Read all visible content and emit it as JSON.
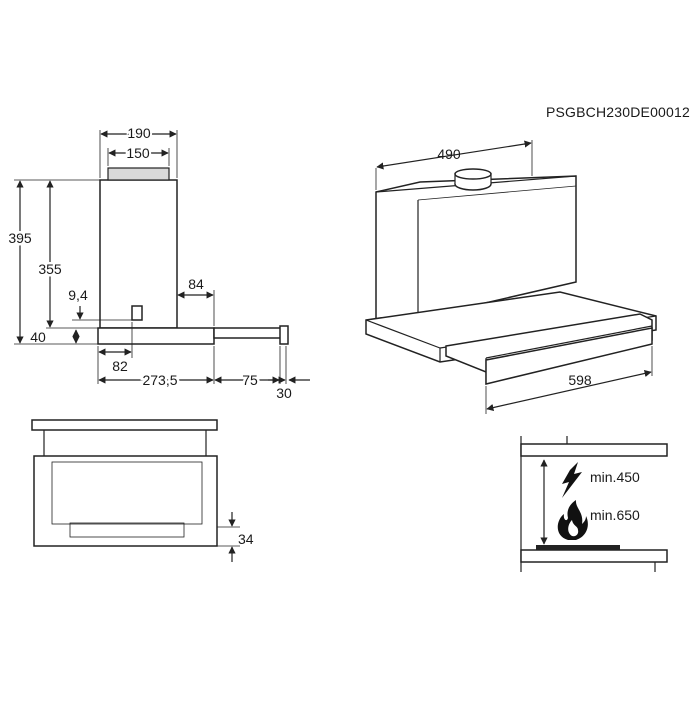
{
  "product_code": "PSGBCH230DE00012",
  "side_view": {
    "chimney_width": "190",
    "chimney_inner_width": "150",
    "total_height": "395",
    "chimney_height": "355",
    "lip_height": "9,4",
    "base_height": "40",
    "visor_depth": "84",
    "front_offset": "82",
    "body_depth": "273,5",
    "visor_extension": "75",
    "handle_depth": "30"
  },
  "front_view": {
    "lower_height": "34"
  },
  "perspective_view": {
    "top_width": "490",
    "front_width": "598"
  },
  "installation_view": {
    "min_electric": "min.450",
    "min_gas": "min.650"
  },
  "icons": [
    "arrow-icon",
    "lightning-icon",
    "flame-icon"
  ]
}
